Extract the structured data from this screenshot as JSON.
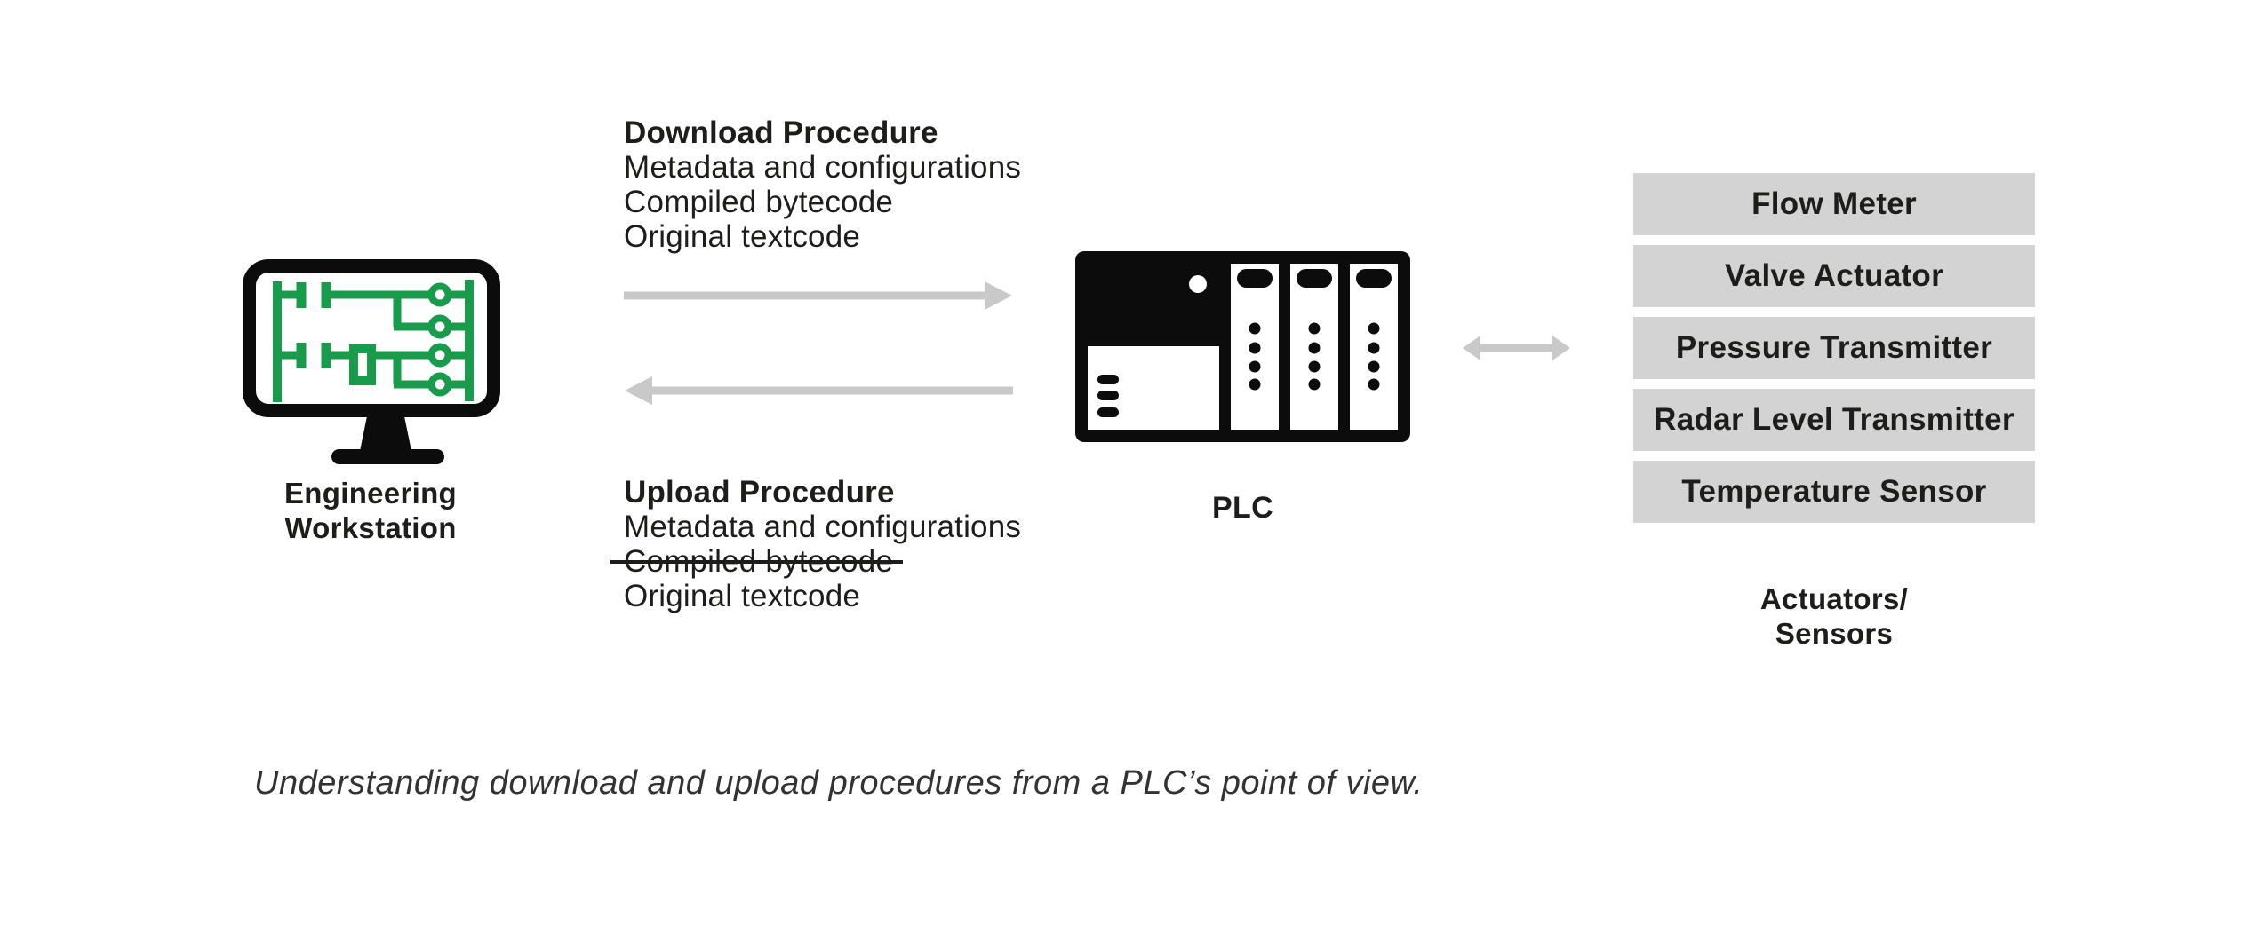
{
  "colors": {
    "ladder_green": "#189b4b",
    "icon_black": "#0c0c0c",
    "text_black": "#1d1d1b",
    "device_box_gray": "#d3d3d3",
    "arrow_gray": "#c9c9c9",
    "caption_gray": "#333333",
    "background": "#ffffff"
  },
  "workstation": {
    "label_line1": "Engineering",
    "label_line2": "Workstation",
    "icon": "engineering-workstation-monitor-with-ladder-logic"
  },
  "download": {
    "title": "Download Procedure",
    "items": [
      "Metadata and configurations",
      "Compiled bytecode",
      "Original textcode"
    ],
    "arrow_direction": "right"
  },
  "upload": {
    "title": "Upload Procedure",
    "items": [
      "Metadata and configurations",
      "Compiled bytecode",
      "Original textcode"
    ],
    "strikethrough_item": "Compiled bytecode",
    "arrow_direction": "left"
  },
  "plc": {
    "label": "PLC",
    "icon": "plc-rack-with-io-modules"
  },
  "devices": {
    "items": [
      "Flow Meter",
      "Valve Actuator",
      "Pressure Transmitter",
      "Radar Level Transmitter",
      "Temperature Sensor"
    ],
    "group_label_line1": "Actuators/",
    "group_label_line2": "Sensors",
    "link": "bidirectional-arrow"
  },
  "caption": "Understanding download and upload procedures from a PLC’s point of view."
}
